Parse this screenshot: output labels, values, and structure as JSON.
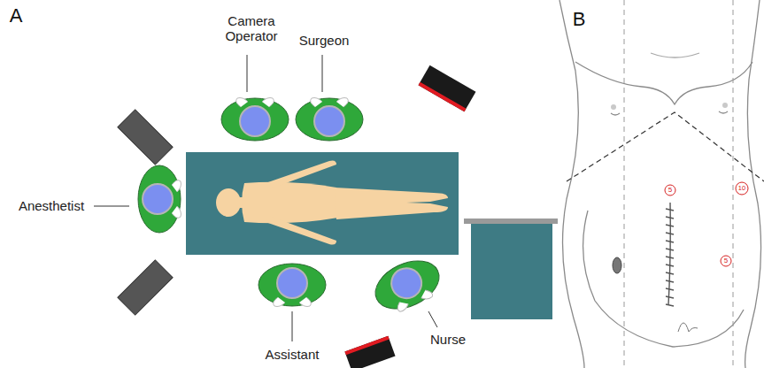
{
  "diagram": {
    "labels": [
      "A",
      "Camera Operator",
      "Surgeon",
      "Anesthetist",
      "Assistant",
      "Nurse",
      "B",
      "5",
      "10",
      "5"
    ]
  }
}
